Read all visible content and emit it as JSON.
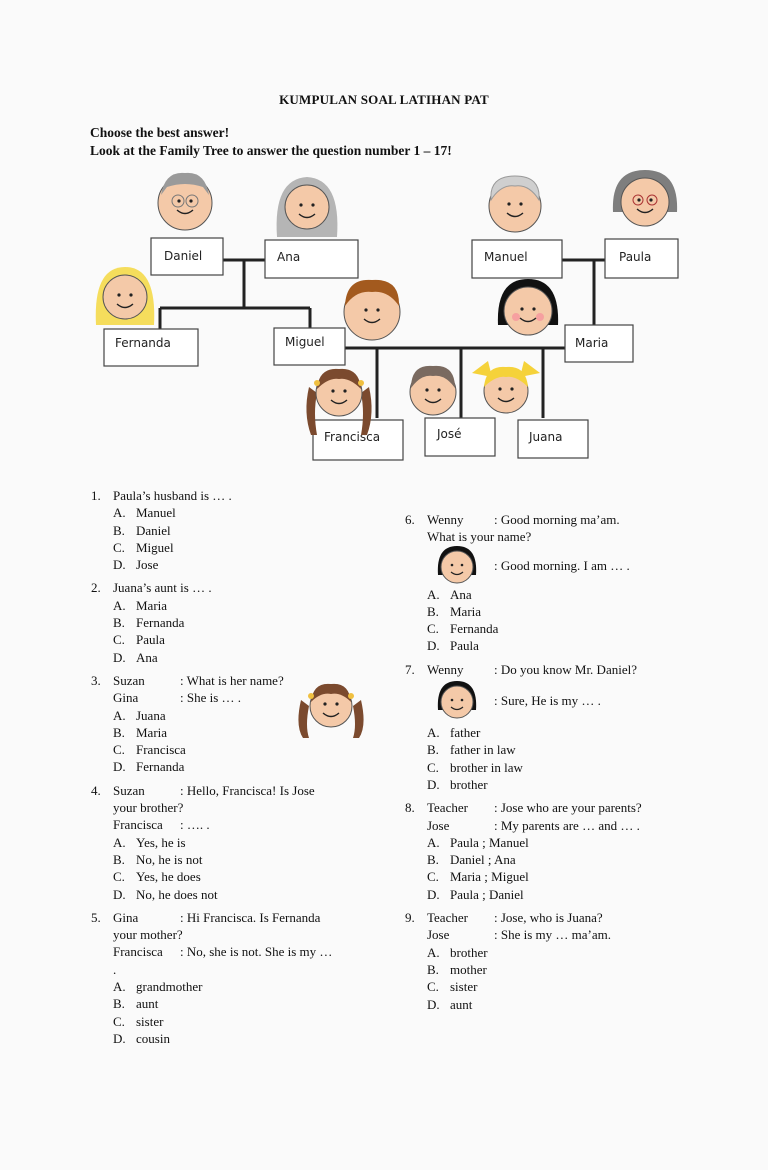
{
  "title": "KUMPULAN SOAL LATIHAN PAT",
  "instructions": [
    "Choose the best answer!",
    "Look at the Family Tree to answer the question number 1 – 17!"
  ],
  "family_tree": {
    "daniel": "Daniel",
    "ana": "Ana",
    "manuel": "Manuel",
    "paula": "Paula",
    "fernanda": "Fernanda",
    "miguel": "Miguel",
    "maria": "Maria",
    "francisca": "Francisca",
    "jose": "José",
    "juana": "Juana"
  },
  "questions": [
    {
      "num": "1.",
      "text": "Paula’s husband is … .",
      "options": [
        [
          "A.",
          "Manuel"
        ],
        [
          "B.",
          "Daniel"
        ],
        [
          "C.",
          "Miguel"
        ],
        [
          "D.",
          "Jose"
        ]
      ]
    },
    {
      "num": "2.",
      "text": "Juana’s aunt is … .",
      "options": [
        [
          "A.",
          "Maria"
        ],
        [
          "B.",
          "Fernanda"
        ],
        [
          "C.",
          "Paula"
        ],
        [
          "D.",
          "Ana"
        ]
      ]
    },
    {
      "num": "3.",
      "lines": [
        [
          "Suzan",
          ": What is her name?"
        ],
        [
          "Gina",
          ": She is … ."
        ]
      ],
      "options": [
        [
          "A.",
          "Juana"
        ],
        [
          "B.",
          "Maria"
        ],
        [
          "C.",
          "Francisca"
        ],
        [
          "D.",
          "Fernanda"
        ]
      ]
    },
    {
      "num": "4.",
      "lines": [
        [
          "Suzan",
          ": Hello, Francisca! Is Jose"
        ]
      ],
      "cont": "your brother?",
      "lines2": [
        [
          "Francisca",
          ": …. ."
        ]
      ],
      "options": [
        [
          "A.",
          "Yes, he is"
        ],
        [
          "B.",
          "No, he is not"
        ],
        [
          "C.",
          "Yes, he does"
        ],
        [
          "D.",
          "No, he does not"
        ]
      ]
    },
    {
      "num": "5.",
      "lines": [
        [
          "Gina",
          ": Hi Francisca. Is Fernanda"
        ]
      ],
      "cont": "your mother?",
      "lines2": [
        [
          "Francisca",
          ": No, she is not. She is my …"
        ]
      ],
      "cont2": ".",
      "options": [
        [
          "A.",
          "grandmother"
        ],
        [
          "B.",
          "aunt"
        ],
        [
          "C.",
          "sister"
        ],
        [
          "D.",
          "cousin"
        ]
      ]
    },
    {
      "num": "6.",
      "lines": [
        [
          "Wenny",
          ": Good morning ma’am."
        ]
      ],
      "cont": "What is your name?",
      "reply": ": Good morning. I am … .",
      "options": [
        [
          "A.",
          "Ana"
        ],
        [
          "B.",
          "Maria"
        ],
        [
          "C.",
          "Fernanda"
        ],
        [
          "D.",
          "Paula"
        ]
      ]
    },
    {
      "num": "7.",
      "lines": [
        [
          "Wenny",
          ": Do you know Mr. Daniel?"
        ]
      ],
      "reply": ": Sure, He is my … .",
      "options": [
        [
          "A.",
          "father"
        ],
        [
          "B.",
          "father in law"
        ],
        [
          "C.",
          "brother in law"
        ],
        [
          "D.",
          "brother"
        ]
      ]
    },
    {
      "num": "8.",
      "lines": [
        [
          "Teacher",
          ": Jose who are your parents?"
        ],
        [
          "Jose",
          ": My parents are … and … ."
        ]
      ],
      "options": [
        [
          "A.",
          "Paula ; Manuel"
        ],
        [
          "B.",
          "Daniel ; Ana"
        ],
        [
          "C.",
          "Maria ; Miguel"
        ],
        [
          "D.",
          "Paula ; Daniel"
        ]
      ]
    },
    {
      "num": "9.",
      "lines": [
        [
          "Teacher",
          ": Jose, who is Juana?"
        ],
        [
          "Jose",
          ": She is my … ma’am."
        ]
      ],
      "options": [
        [
          "A.",
          "brother"
        ],
        [
          "B.",
          "mother"
        ],
        [
          "C.",
          "sister"
        ],
        [
          "D.",
          "aunt"
        ]
      ]
    }
  ]
}
